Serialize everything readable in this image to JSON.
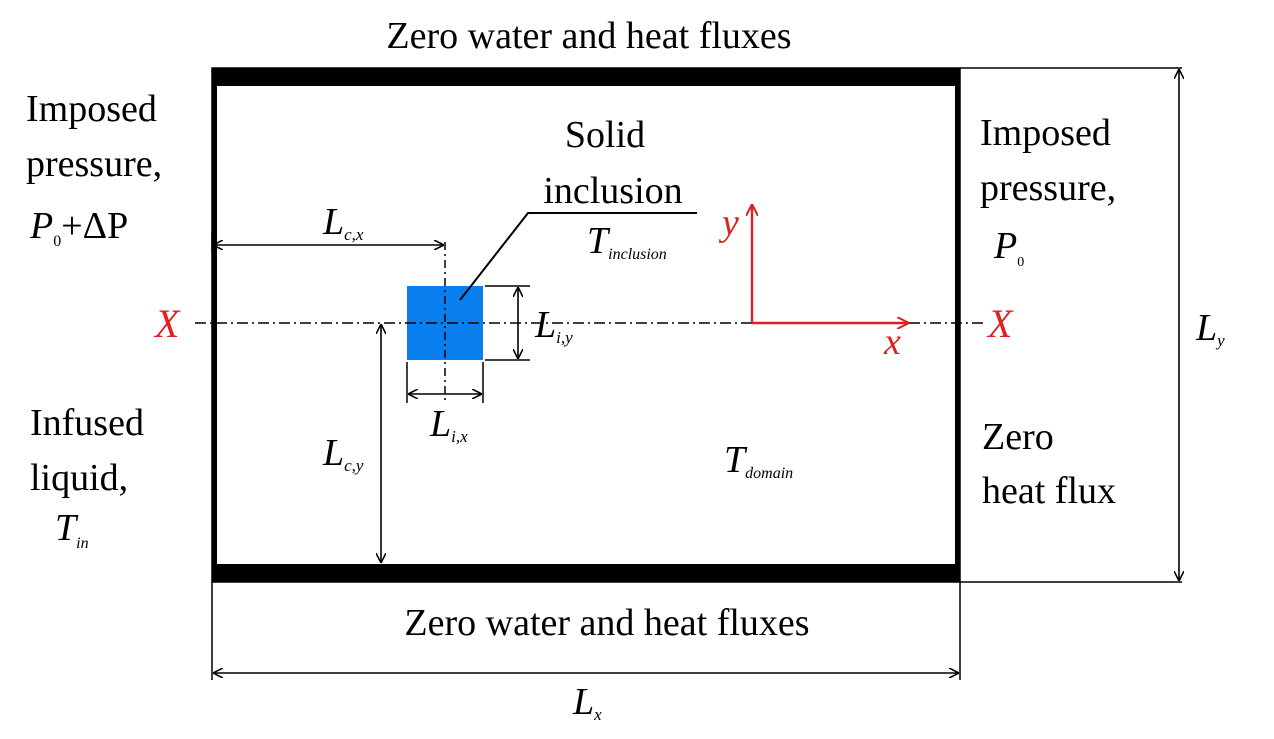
{
  "boundaries": {
    "top": "Zero water and heat fluxes",
    "bottom": "Zero water and heat fluxes",
    "left_top": {
      "line1": "Imposed",
      "line2": "pressure,",
      "symbol": "P",
      "subscript": "0",
      "suffix": "+ΔP"
    },
    "left_bottom": {
      "line1": "Infused",
      "line2": "liquid,",
      "symbol": "T",
      "subscript": "in"
    },
    "right_top": {
      "line1": "Imposed",
      "line2": "pressure,",
      "symbol": "P",
      "subscript": "0"
    },
    "right_bottom": {
      "line1": "Zero",
      "line2": "heat flux"
    }
  },
  "inclusion": {
    "label_line1": "Solid",
    "label_line2": "inclusion",
    "temp_symbol": "T",
    "temp_subscript": "inclusion",
    "fill_color": "#0a7ff0"
  },
  "domain": {
    "temp_symbol": "T",
    "temp_subscript": "domain"
  },
  "axes": {
    "x_label": "x",
    "y_label": "y",
    "section_label": "X",
    "color": "#e02020"
  },
  "dimensions": {
    "lcx": {
      "symbol": "L",
      "subscript": "c,x"
    },
    "lcy": {
      "symbol": "L",
      "subscript": "c,y"
    },
    "lix": {
      "symbol": "L",
      "subscript": "i,x"
    },
    "liy": {
      "symbol": "L",
      "subscript": "i,y"
    },
    "lx": {
      "symbol": "L",
      "subscript": "x"
    },
    "ly": {
      "symbol": "L",
      "subscript": "y"
    }
  }
}
